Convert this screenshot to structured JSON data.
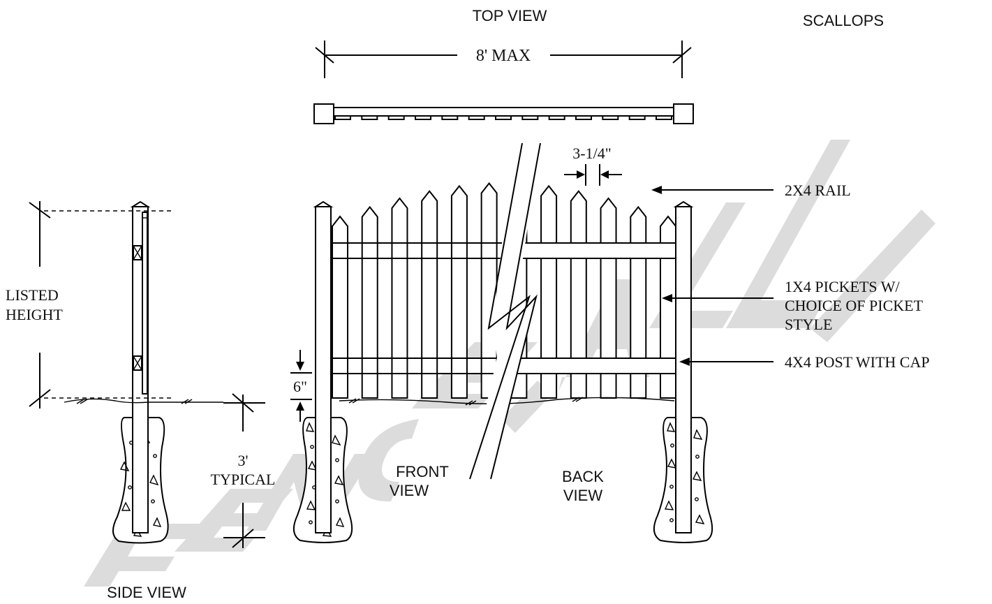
{
  "views": {
    "top": "TOP VIEW",
    "side": "SIDE VIEW",
    "front": [
      "FRONT",
      "VIEW"
    ],
    "back": [
      "BACK",
      "VIEW"
    ]
  },
  "scallops": "SCALLOPS",
  "dimensions": {
    "max_span": "8' MAX",
    "picket_spacing": "3-1/4\"",
    "ground_clearance": "6\"",
    "listed_height": [
      "LISTED",
      "HEIGHT"
    ],
    "post_depth": [
      "3'",
      "TYPICAL"
    ]
  },
  "callouts": {
    "rail": [
      "2X4 RAIL"
    ],
    "pickets": [
      "1X4 PICKETS W/",
      "CHOICE OF PICKET",
      "STYLE"
    ],
    "post": [
      "4X4 POST WITH CAP"
    ]
  },
  "watermark": "FENCE-ALL",
  "colors": {
    "ink": "#000000",
    "watermark": "#dcdcdc",
    "paper": "#ffffff"
  }
}
